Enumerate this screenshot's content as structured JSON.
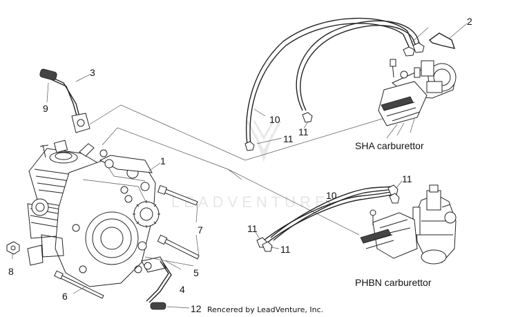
{
  "callouts": {
    "c1": "1",
    "c2": "2",
    "c3": "3",
    "c4": "4",
    "c5": "5",
    "c6": "6",
    "c7": "7",
    "c8": "8",
    "c9": "9",
    "c10a": "10",
    "c10b": "10",
    "c11a": "11",
    "c11b": "11",
    "c11c": "11",
    "c11d": "11",
    "c11e": "11",
    "c12": "12"
  },
  "captions": {
    "sha": "SHA carburettor",
    "phbn": "PHBN carburettor"
  },
  "watermark": "LEADVENTURE",
  "credit": "Rencered by LeadVenture, Inc."
}
